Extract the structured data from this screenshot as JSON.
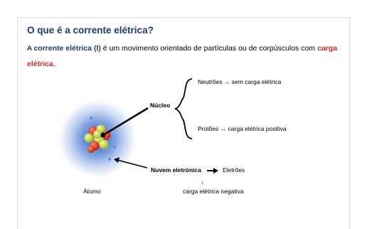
{
  "slide": {
    "title": "O que é a corrente elétrica?",
    "paragraph": {
      "part1": "A ",
      "bold1": "corrente elétrica (I)",
      "part2": " é um movimento orientado de partículas ou de corpúsculos com ",
      "bold2": "carga elétrica",
      "part3": "."
    }
  },
  "diagram": {
    "atom_label": "Átomo",
    "nucleus_label": "Núcleo",
    "neutrons": {
      "name": "Neutrões",
      "arrow": "→",
      "desc": "sem carga elétrica"
    },
    "protons": {
      "name": "Protões",
      "arrow": "→",
      "desc": "carga elétrica positiva"
    },
    "cloud_label": "Nuvem eletrónica",
    "electrons_label": "Eletrões",
    "down_arrow": "↓",
    "electron_charge": "carga elétrica negativa"
  },
  "colors": {
    "title": "#1f3b73",
    "highlight_red": "#e3261c",
    "cloud": "#3a6fd0",
    "proton": "#e23a1f",
    "neutron": "#c9d93c"
  }
}
